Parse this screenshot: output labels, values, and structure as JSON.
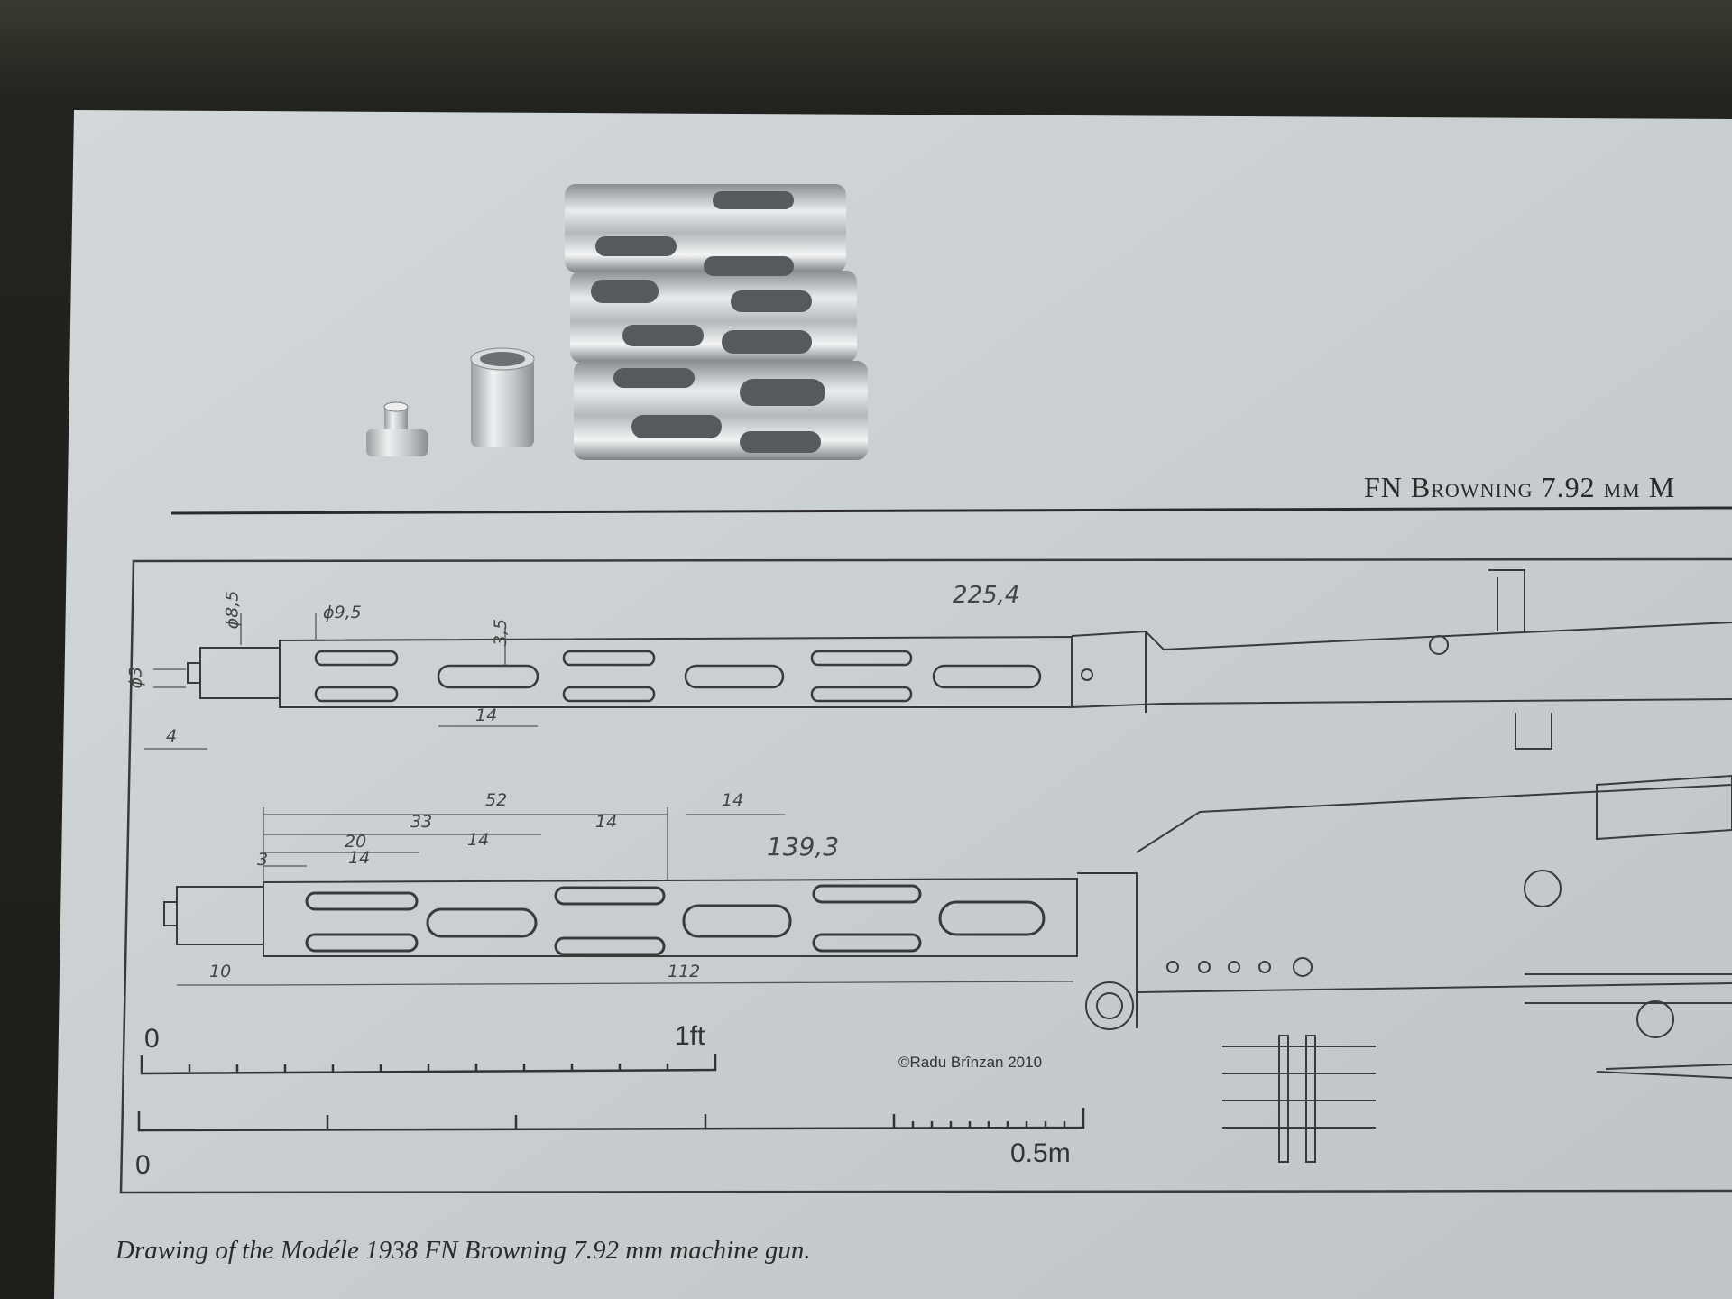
{
  "photo": {
    "paper_color": "#c9ced0",
    "background_color": "#22221e"
  },
  "drawing": {
    "header_title": "FN Browning 7.92 mm M",
    "copyright": "©Radu Brînzan 2010",
    "caption": "Drawing of the Modéle 1938 FN Browning 7.92 mm machine gun.",
    "scale_feet": {
      "start": "0",
      "end": "1ft"
    },
    "scale_metric": {
      "start": "0",
      "end": "0.5m"
    },
    "upper_annotations": {
      "overall_length": "225,4",
      "dia_8_5": "ϕ8,5",
      "dia_9_5": "ϕ9,5",
      "slot_width": "3,5",
      "slot_length": "14",
      "dia_3": "ϕ3",
      "tip_length": "4"
    },
    "lower_annotations": {
      "overall_length": "139,3",
      "dim_52": "52",
      "dim_33": "33",
      "dim_20": "20",
      "dim_3": "3",
      "dim_14_a": "14",
      "dim_14_b": "14",
      "dim_14_c": "14",
      "dim_14_d": "14",
      "dim_10": "10",
      "dim_112": "112"
    }
  }
}
